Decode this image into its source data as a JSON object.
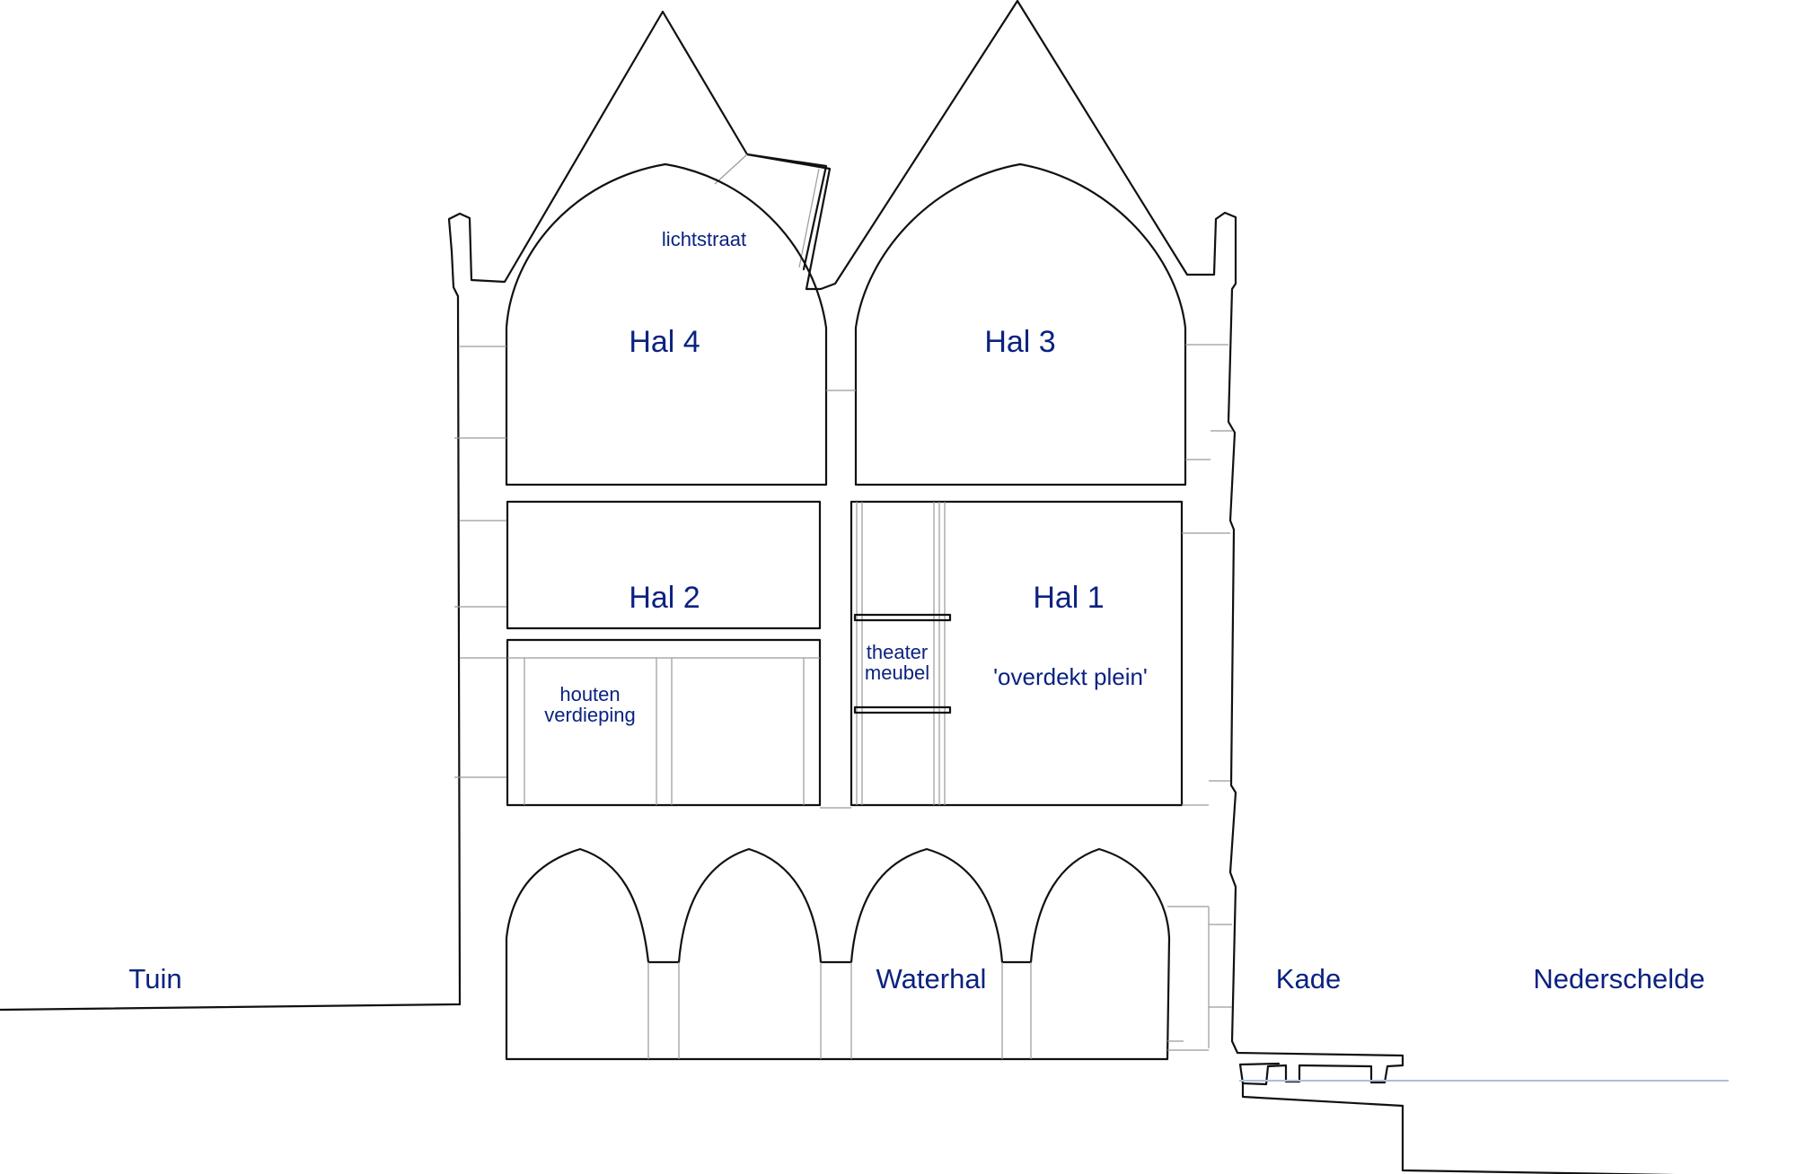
{
  "diagram": {
    "colors": {
      "label": "#0b2280",
      "line": "#111111",
      "hairline": "#9a9a9a",
      "water": "#a9bfdc",
      "background": "#ffffff"
    },
    "labels": {
      "tuin": "Tuin",
      "waterhal": "Waterhal",
      "kade": "Kade",
      "nederschelde": "Nederschelde",
      "hal1": "Hal 1",
      "hal1_sub": "'overdekt plein'",
      "hal2": "Hal 2",
      "hal3": "Hal 3",
      "hal4": "Hal 4",
      "lichtstraat": "lichtstraat",
      "houten_line1": "houten",
      "houten_line2": "verdieping",
      "theater_line1": "theater",
      "theater_line2": "meubel"
    }
  }
}
